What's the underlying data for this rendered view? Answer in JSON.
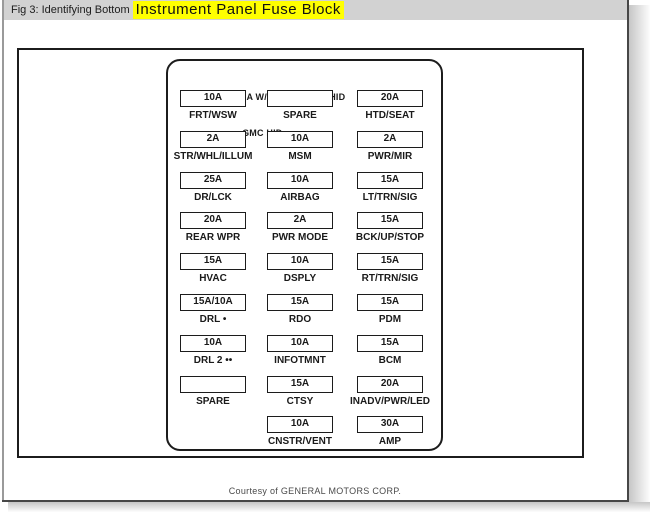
{
  "titlebar": {
    "prefix": "Fig 3: Identifying Bottom ",
    "highlight": "Instrument Panel Fuse Block"
  },
  "colors": {
    "highlight_yellow": "#ffff00",
    "titlebar_gray": "#d2d2d2",
    "frame_black": "#1c1c1c",
    "shadow_gray": "#c6c6c6"
  },
  "panel": {
    "legend": [
      "• 15A W/O HID, 10A W/HID",
      "• • GMC HID"
    ],
    "rows": [
      [
        {
          "amp": "10A",
          "label": "FRT/WSW"
        },
        {
          "amp": "",
          "label": "SPARE"
        },
        {
          "amp": "20A",
          "label": "HTD/SEAT"
        }
      ],
      [
        {
          "amp": "2A",
          "label": "STR/WHL/ILLUM"
        },
        {
          "amp": "10A",
          "label": "MSM"
        },
        {
          "amp": "2A",
          "label": "PWR/MIR"
        }
      ],
      [
        {
          "amp": "25A",
          "label": "DR/LCK"
        },
        {
          "amp": "10A",
          "label": "AIRBAG"
        },
        {
          "amp": "15A",
          "label": "LT/TRN/SIG"
        }
      ],
      [
        {
          "amp": "20A",
          "label": "REAR WPR"
        },
        {
          "amp": "2A",
          "label": "PWR MODE"
        },
        {
          "amp": "15A",
          "label": "BCK/UP/STOP"
        }
      ],
      [
        {
          "amp": "15A",
          "label": "HVAC"
        },
        {
          "amp": "10A",
          "label": "DSPLY"
        },
        {
          "amp": "15A",
          "label": "RT/TRN/SIG"
        }
      ],
      [
        {
          "amp": "15A/10A",
          "label": "DRL •"
        },
        {
          "amp": "15A",
          "label": "RDO"
        },
        {
          "amp": "15A",
          "label": "PDM"
        }
      ],
      [
        {
          "amp": "10A",
          "label": "DRL 2 ••"
        },
        {
          "amp": "10A",
          "label": "INFOTMNT"
        },
        {
          "amp": "15A",
          "label": "BCM"
        }
      ],
      [
        {
          "amp": "",
          "label": "SPARE"
        },
        {
          "amp": "15A",
          "label": "CTSY"
        },
        {
          "amp": "20A",
          "label": "INADV/PWR/LED"
        }
      ],
      [
        null,
        {
          "amp": "10A",
          "label": "CNSTR/VENT"
        },
        {
          "amp": "30A",
          "label": "AMP"
        }
      ]
    ]
  },
  "footer": {
    "credit": "Courtesy of GENERAL MOTORS CORP."
  }
}
